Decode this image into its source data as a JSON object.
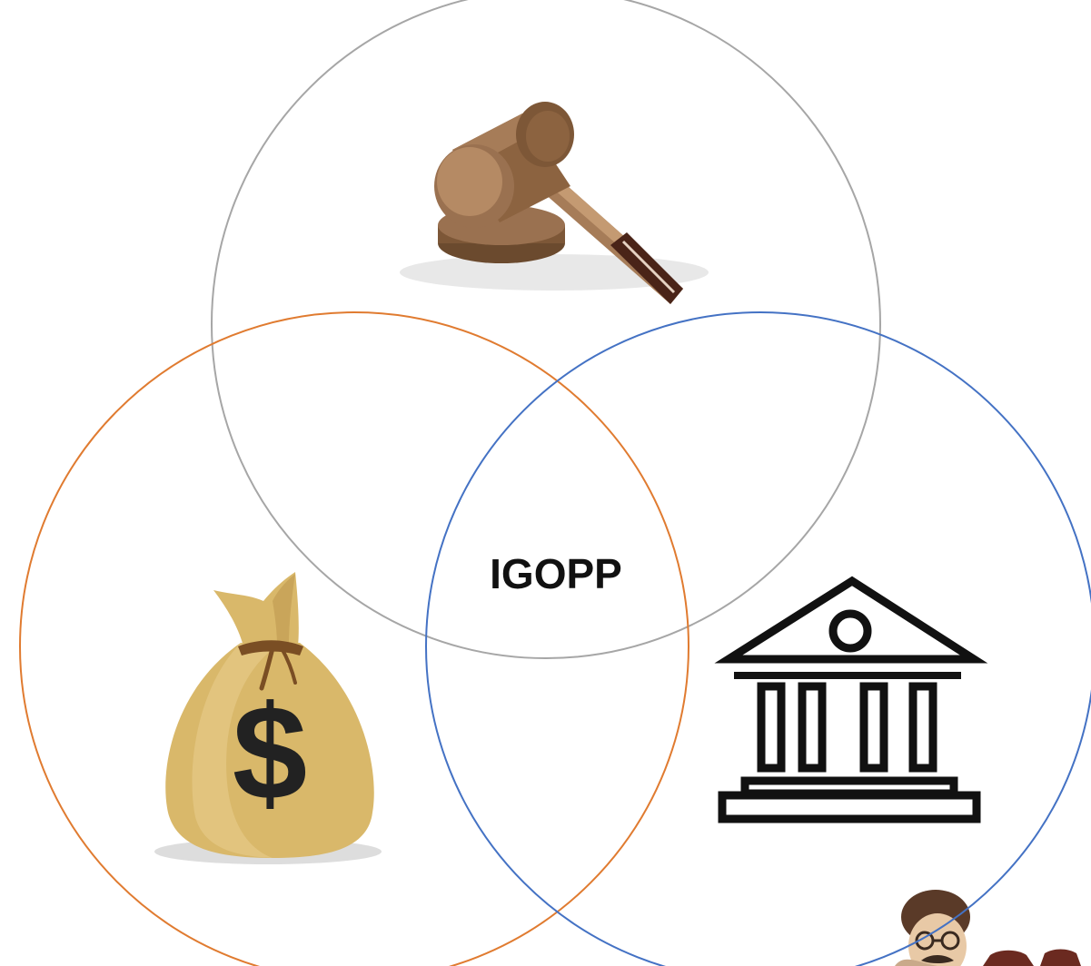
{
  "diagram": {
    "center_label": "IGOPP",
    "circles": [
      {
        "name": "top-circle",
        "color": "#a6a6a6",
        "icon": "gavel-icon"
      },
      {
        "name": "left-circle",
        "color": "#e07b30",
        "icon": "money-bag-icon"
      },
      {
        "name": "right-circle",
        "color": "#4472c4",
        "icon": "government-building-icon"
      }
    ],
    "money_bag_symbol": "$",
    "corner_logo": "portrait-logo"
  }
}
